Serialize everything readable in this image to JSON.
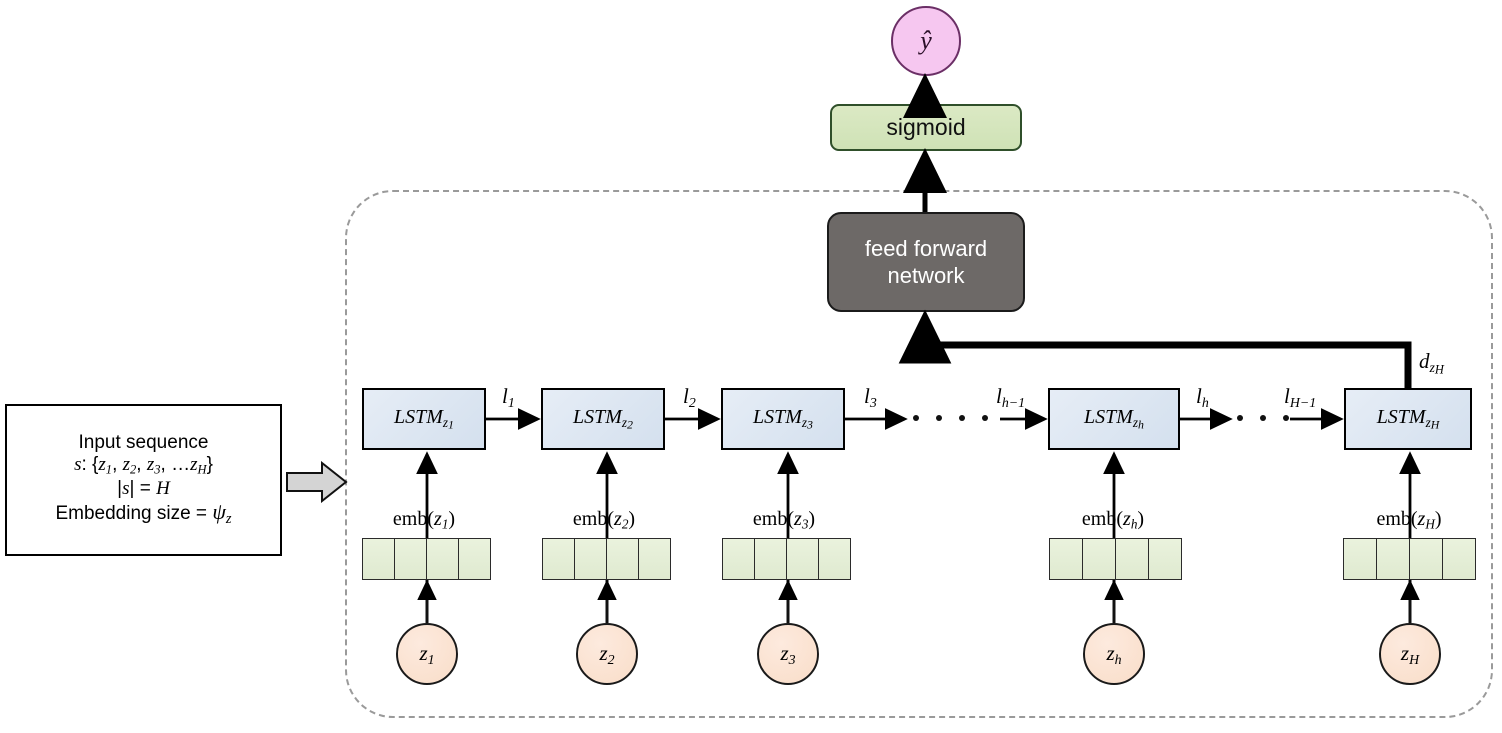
{
  "diagram": {
    "title": "LSTM sequence classifier architecture",
    "colors": {
      "lstm_fill": "#dce6f0",
      "embedding_fill": "#e2ecd2",
      "token_fill": "#f9ddc8",
      "sigmoid_fill": "#cfe2b6",
      "ffn_fill": "#6d6967",
      "output_fill": "#f6c7f0",
      "dashed_border": "#9a9a9a",
      "block_arrow_fill": "#d4d4d4"
    }
  },
  "input_box": {
    "title": "Input sequence",
    "sequence_prefix": "s:",
    "sequence_set": "{z1, z2, z3, … zH}",
    "cardinality": "|s| = H",
    "embedding_size_label": "Embedding size =",
    "embedding_size_symbol": "ψz"
  },
  "output": {
    "prediction": "ŷ",
    "sigmoid_label": "sigmoid",
    "ffn_line1": "feed forward",
    "ffn_line2": "network",
    "context_label": "d",
    "context_sub": "zH"
  },
  "cells": [
    {
      "lstm": "LSTM",
      "lstm_sub": "z1",
      "emb_label": "emb(z1)",
      "token": "z",
      "token_sub": "1",
      "out_label": "l",
      "out_sub": "1"
    },
    {
      "lstm": "LSTM",
      "lstm_sub": "z2",
      "emb_label": "emb(z2)",
      "token": "z",
      "token_sub": "2",
      "out_label": "l",
      "out_sub": "2"
    },
    {
      "lstm": "LSTM",
      "lstm_sub": "z3",
      "emb_label": "emb(z3)",
      "token": "z",
      "token_sub": "3",
      "out_label": "l",
      "out_sub": "3"
    },
    {
      "lstm": "LSTM",
      "lstm_sub": "zh",
      "emb_label": "emb(zh)",
      "token": "z",
      "token_sub": "h",
      "out_label": "l",
      "out_sub": "h",
      "in_label": "l",
      "in_sub": "h−1"
    },
    {
      "lstm": "LSTM",
      "lstm_sub": "zH",
      "emb_label": "emb(zH)",
      "token": "z",
      "token_sub": "H",
      "in_label": "l",
      "in_sub": "H−1"
    }
  ],
  "ellipsis": {
    "first_gap_dots": 4,
    "second_gap_dots": 3
  },
  "embedding": {
    "cells_per_vector": 4
  }
}
